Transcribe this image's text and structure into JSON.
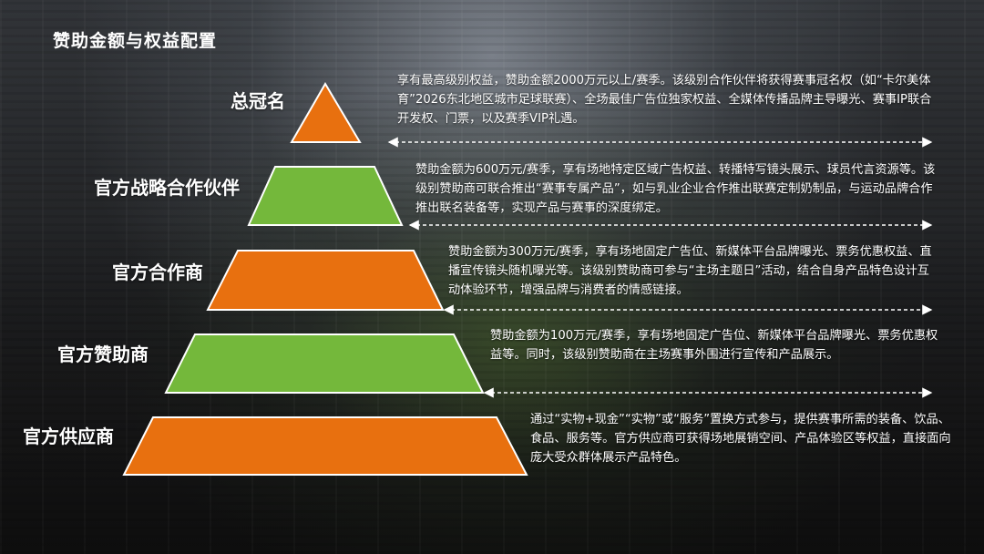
{
  "slide": {
    "title": "赞助金额与权益配置"
  },
  "colors": {
    "orange": "#E8700F",
    "green": "#74B83B",
    "tier_outline": "#FFFFFF"
  },
  "tiers": [
    {
      "label": "总冠名",
      "color": "orange",
      "description": "享有最高级别权益，赞助金额2000万元以上/赛季。该级别合作伙伴将获得赛事冠名权（如“卡尔美体育”2026东北地区城市足球联赛）、全场最佳广告位独家权益、全媒体传播品牌主导曝光、赛事IP联合开发权、门票，以及赛季VIP礼遇。"
    },
    {
      "label": "官方战略合作伙伴",
      "color": "green",
      "description": "赞助金额为600万元/赛季，享有场地特定区域广告权益、转播特写镜头展示、球员代言资源等。该级别赞助商可联合推出“赛事专属产品”，如与乳业企业合作推出联赛定制奶制品，与运动品牌合作推出联名装备等，实现产品与赛事的深度绑定。"
    },
    {
      "label": "官方合作商",
      "color": "orange",
      "description": "赞助金额为300万元/赛季，享有场地固定广告位、新媒体平台品牌曝光、票务优惠权益、直播宣传镜头随机曝光等。该级别赞助商可参与“主场主题日”活动，结合自身产品特色设计互动体验环节，增强品牌与消费者的情感链接。"
    },
    {
      "label": "官方赞助商",
      "color": "green",
      "description": "赞助金额为100万元/赛季，享有场地固定广告位、新媒体平台品牌曝光、票务优惠权益等。同时，该级别赞助商在主场赛事外围进行宣传和产品展示。"
    },
    {
      "label": "官方供应商",
      "color": "orange",
      "description": "通过“实物+现金”“实物”或“服务”置换方式参与，提供赛事所需的装备、饮品、食品、服务等。官方供应商可获得场地展销空间、产品体验区等权益，直接面向庞大受众群体展示产品特色。"
    }
  ]
}
